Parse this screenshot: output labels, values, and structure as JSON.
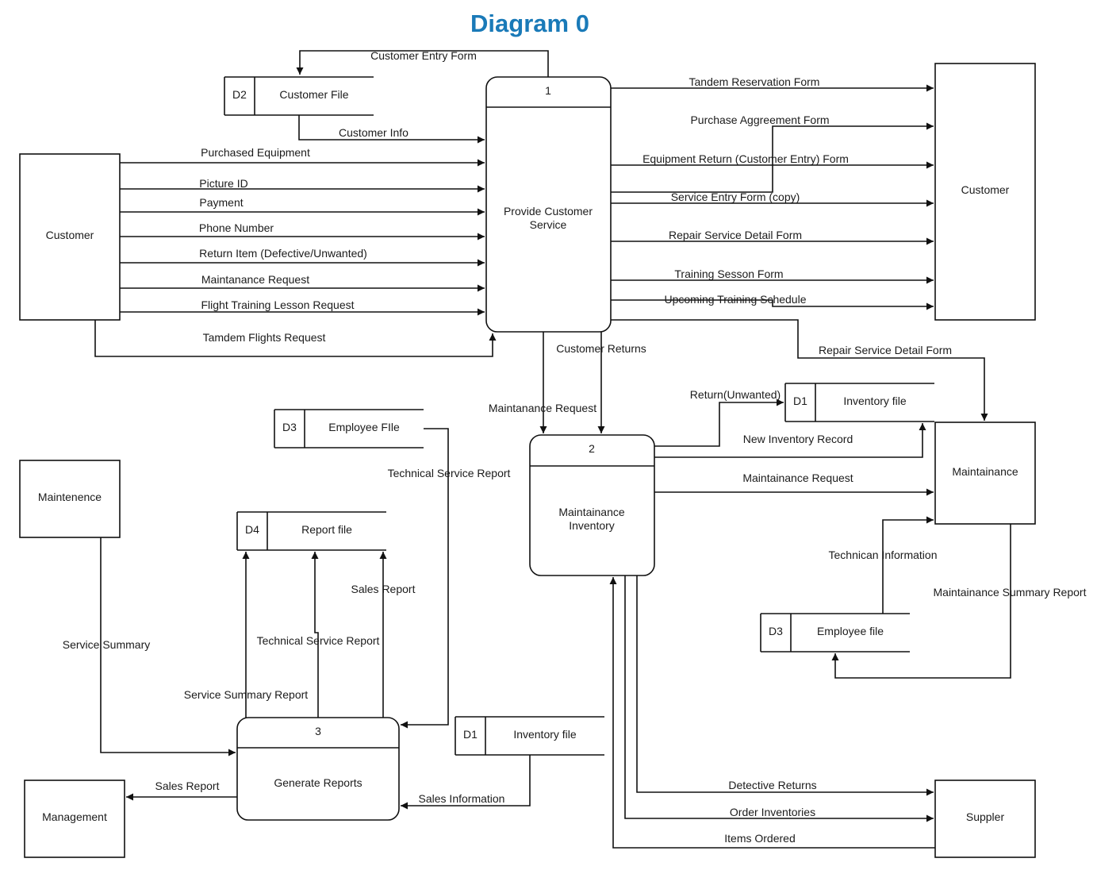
{
  "title": "Diagram 0",
  "colors": {
    "title": "#1a7ab8",
    "line": "#111111"
  },
  "processes": [
    {
      "id": "1",
      "name_lines": [
        "Provide Customer",
        "Service"
      ]
    },
    {
      "id": "2",
      "name_lines": [
        "Maintainance",
        "Inventory"
      ]
    },
    {
      "id": "3",
      "name_lines": [
        "Generate Reports"
      ]
    }
  ],
  "entities": {
    "customer_left": "Customer",
    "customer_right": "Customer",
    "maintenance_left": "Maintenence",
    "maintainance_right": "Maintainance",
    "management": "Management",
    "supplier": "Suppler"
  },
  "stores": [
    {
      "code": "D2",
      "name": "Customer File"
    },
    {
      "code": "D3",
      "name": "Employee  FIle"
    },
    {
      "code": "D4",
      "name": "Report file"
    },
    {
      "code": "D1",
      "name": "Inventory file"
    },
    {
      "code": "D3",
      "name": "Employee file"
    },
    {
      "code": "D1",
      "name": "Inventory file"
    }
  ],
  "flows": {
    "customer_entry_form": "Customer Entry Form",
    "customer_info": "Customer Info",
    "purchased_equipment": "Purchased Equipment",
    "picture_id": "Picture ID",
    "payment": "Payment",
    "phone_number": "Phone Number",
    "return_item": "Return Item (Defective/Unwanted)",
    "maintanance_request_1": "Maintanance Request",
    "flight_training": "Flight Training Lesson Request",
    "tandem_flights": "Tamdem Flights Request",
    "tandem_reservation": "Tandem Reservation Form",
    "purchase_agreement": "Purchase Aggreement Form",
    "equipment_return": "Equipment Return (Customer Entry) Form",
    "service_entry": "Service Entry Form (copy)",
    "repair_service_1": "Repair Service Detail Form",
    "training_session": "Training Sesson Form",
    "upcoming_training": "Upcoming Training Schedule",
    "repair_service_2": "Repair Service Detail Form",
    "customer_returns": "Customer Returns",
    "maintanance_request_2": "Maintanance Request",
    "return_unwanted": "Return(Unwanted)",
    "new_inventory": "New Inventory Record",
    "maintanance_request_3": "Maintainance Request",
    "technician_info": "Technican Information",
    "maint_summary": "Maintainance Summary Report",
    "technical_service_1": "Technical Service Report",
    "sales_report_1": "Sales Report",
    "technical_service_2": "Technical Service Report",
    "service_summary_report": "Service Summary Report",
    "service_summary": "Service Summary",
    "sales_report_2": "Sales Report",
    "sales_information": "Sales Information",
    "detective_returns": "Detective Returns",
    "order_inventories": "Order Inventories",
    "items_ordered": "Items Ordered"
  }
}
